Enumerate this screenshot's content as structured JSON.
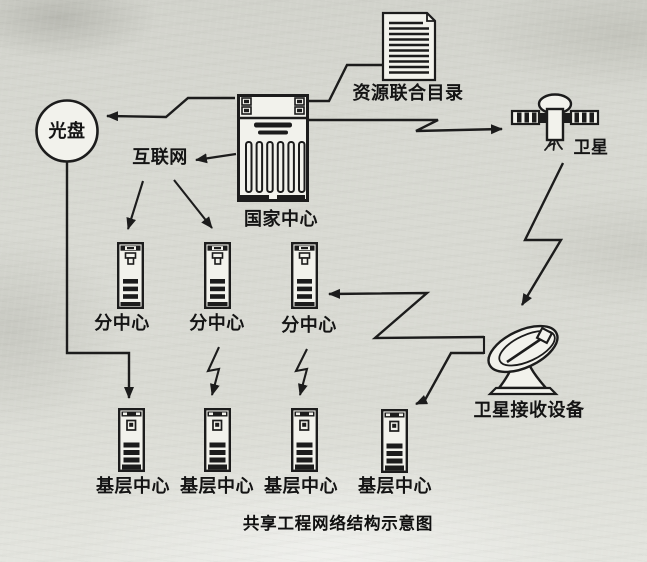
{
  "diagram": {
    "title": "共享工程网络结构示意图",
    "cd": {
      "label": "光盘"
    },
    "internet": {
      "label": "互联网"
    },
    "national_center": {
      "label": "国家中心"
    },
    "catalog": {
      "label": "资源联合目录"
    },
    "satellite": {
      "label": "卫星"
    },
    "dish": {
      "label": "卫星接收设备"
    },
    "branch_centers": [
      {
        "label": "分中心"
      },
      {
        "label": "分中心"
      },
      {
        "label": "分中心"
      }
    ],
    "base_centers": [
      {
        "label": "基层中心"
      },
      {
        "label": "基层中心"
      },
      {
        "label": "基层中心"
      },
      {
        "label": "基层中心"
      }
    ],
    "colors": {
      "ink": "#1c1c1c",
      "paper": "#d9dad3"
    }
  }
}
